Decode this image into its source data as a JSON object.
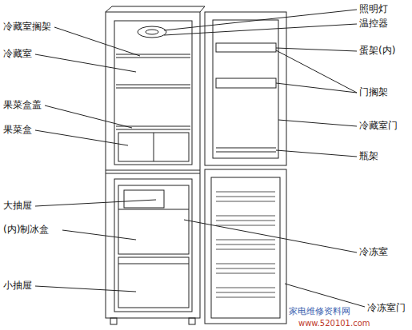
{
  "diagram": {
    "labels": [
      "冷藏室搁架",
      "冷藏室",
      "果菜盒盖",
      "果菜盒",
      "大抽屉",
      "(内)制冰盒",
      "小抽屉",
      "照明灯",
      "温控器",
      "蛋架(内)",
      "门搁架",
      "冷藏室门",
      "瓶架",
      "冷冻室",
      "冷冻室门",
      "家电维修资料网",
      "www.520101.com"
    ]
  }
}
